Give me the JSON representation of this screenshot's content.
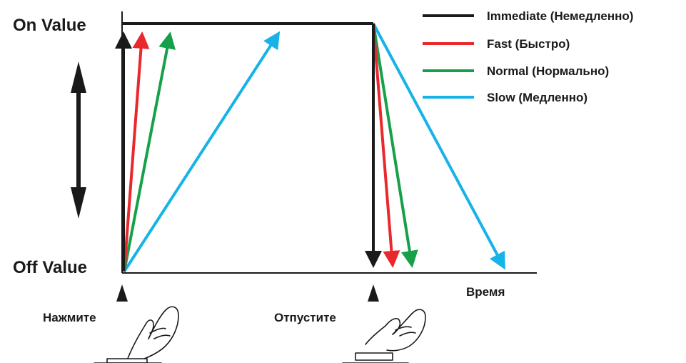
{
  "y_labels": {
    "on": "On Value",
    "off": "Off Value"
  },
  "x_label": "Время",
  "events": {
    "press": "Нажмите",
    "release": "Отпустите"
  },
  "legend": [
    {
      "label": "Immediate (Немедленно)",
      "color": "#1a1a1a"
    },
    {
      "label": "Fast (Быстро)",
      "color": "#e8282c"
    },
    {
      "label": "Normal (Нормально)",
      "color": "#17a04a"
    },
    {
      "label": "Slow (Медленно)",
      "color": "#17b2e8"
    }
  ],
  "icons": {
    "press": "pointing-hand-icon",
    "release": "pointing-hand-icon"
  }
}
